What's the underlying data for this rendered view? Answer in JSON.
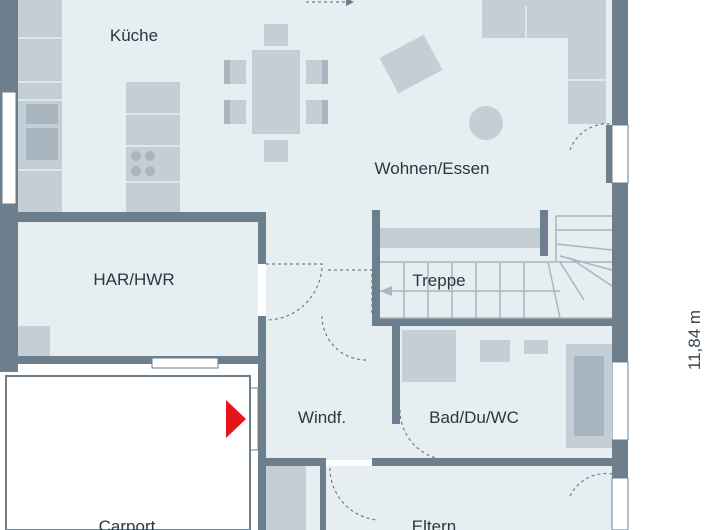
{
  "rooms": {
    "kitchen": "Küche",
    "living": "Wohnen/Essen",
    "utility": "HAR/HWR",
    "stairs": "Treppe",
    "entrance": "Windf.",
    "bathroom": "Bad/Du/WC",
    "carport": "Carport",
    "parents": "Eltern"
  },
  "dimension": "11,84 m",
  "colors": {
    "wall": "#6d7e8c",
    "floor": "#e6eef1",
    "furniture": "#c3ced6",
    "furniture_dark": "#a9b6c0",
    "entrance_marker": "#e8141b"
  }
}
